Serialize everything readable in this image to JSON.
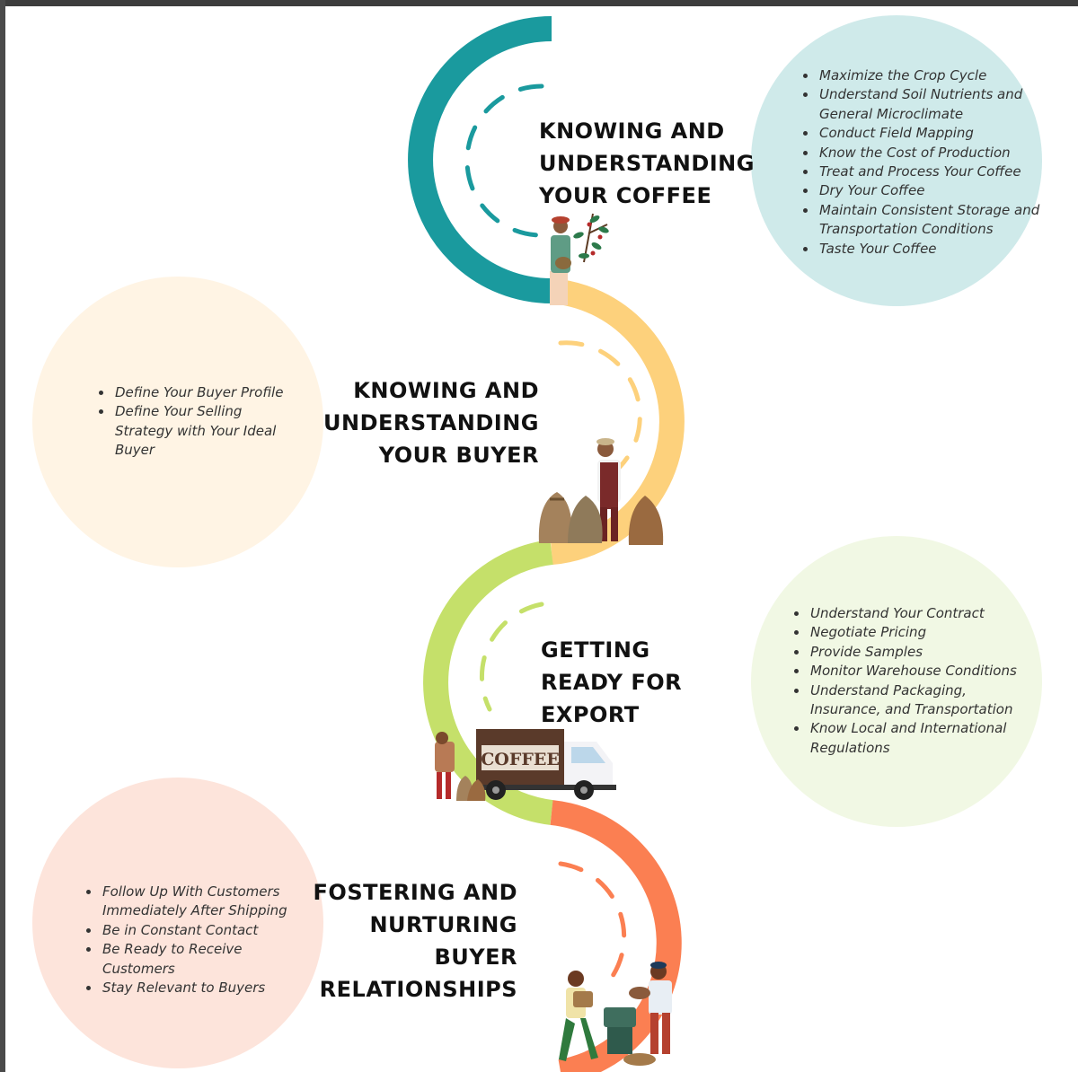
{
  "colors": {
    "teal": "#1a9a9e",
    "yellow": "#fdd17c",
    "green": "#c5e06a",
    "orange": "#fb7f52",
    "circle_teal": "#cfeaea",
    "circle_cream": "#fff4e4",
    "circle_green": "#f1f8e4",
    "circle_peach": "#fde4db"
  },
  "steps": [
    {
      "heading_lines": [
        "KNOWING AND",
        "UNDERSTANDING",
        "YOUR COFFEE"
      ],
      "items": [
        "Maximize the Crop Cycle",
        "Understand Soil Nutrients and General Microclimate",
        "Conduct Field Mapping",
        "Know the Cost of Production",
        "Treat and Process Your Coffee",
        "Dry Your Coffee",
        "Maintain Consistent Storage and Transportation Conditions",
        "Taste Your Coffee"
      ]
    },
    {
      "heading_lines": [
        "KNOWING AND",
        "UNDERSTANDING",
        "YOUR BUYER"
      ],
      "items": [
        "Define Your Buyer Profile",
        "Define Your Selling Strategy with Your Ideal Buyer"
      ]
    },
    {
      "heading_lines": [
        "GETTING",
        "READY FOR",
        "EXPORT"
      ],
      "items": [
        "Understand Your Contract",
        "Negotiate Pricing",
        "Provide Samples",
        "Monitor Warehouse Conditions",
        "Understand Packaging, Insurance, and Transportation",
        "Know Local and International Regulations"
      ]
    },
    {
      "heading_lines": [
        "FOSTERING AND",
        "NURTURING",
        "BUYER",
        "RELATIONSHIPS"
      ],
      "items": [
        "Follow Up With Customers Immediately After Shipping",
        "Be in Constant Contact",
        "Be Ready to Receive Customers",
        "Stay Relevant to Buyers"
      ]
    }
  ],
  "truck_sign": "COFFEE",
  "illustrations": [
    "farmer-with-coffee-plant-icon",
    "merchant-with-coffee-sacks-icon",
    "coffee-delivery-truck-icon",
    "coffee-roasting-workers-icon"
  ]
}
